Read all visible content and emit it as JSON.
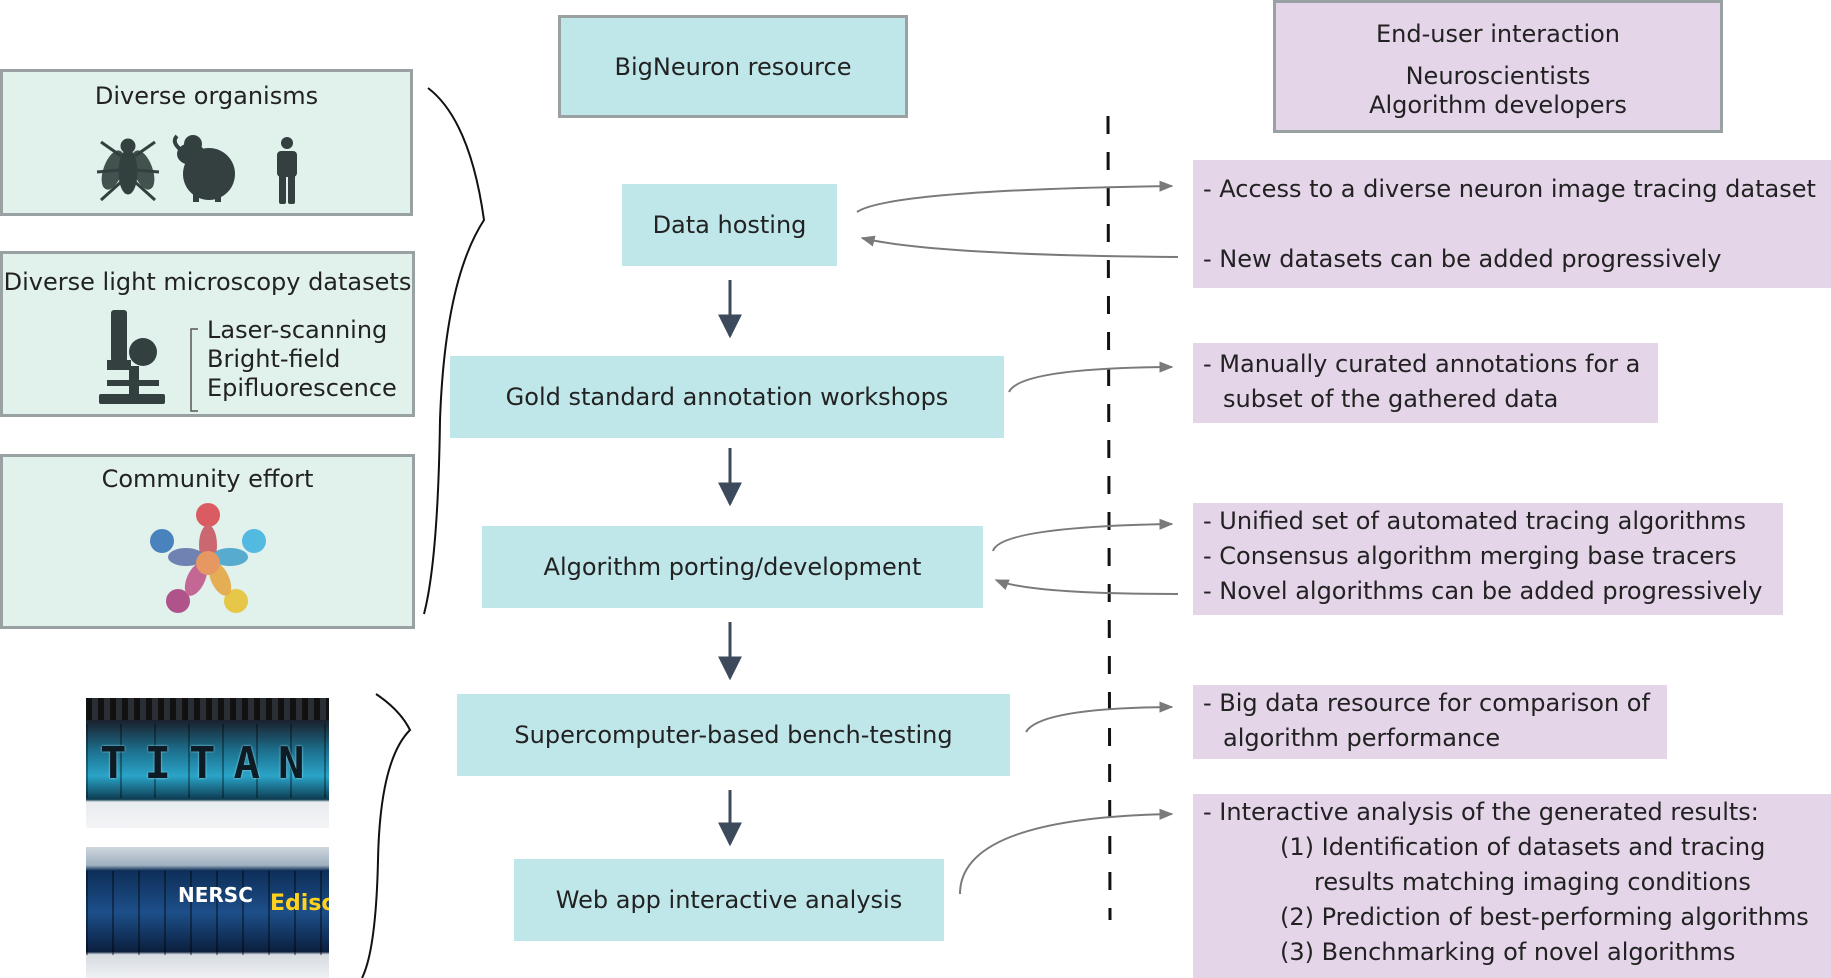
{
  "resource": {
    "title": "BigNeuron resource"
  },
  "enduser": {
    "title": "End-user interaction",
    "line1": "Neuroscientists",
    "line2": "Algorithm developers"
  },
  "left": {
    "organisms_title": "Diverse organisms",
    "microscopy_title": "Diverse light microscopy datasets",
    "microscopy_types": [
      "Laser-scanning",
      "Bright-field",
      "Epifluorescence"
    ],
    "community_title": "Community effort"
  },
  "pipeline": [
    "Data hosting",
    "Gold standard annotation workshops",
    "Algorithm porting/development",
    "Supercomputer-based bench-testing",
    "Web app interactive analysis"
  ],
  "outputs": {
    "data_hosting": [
      "- Access to a diverse neuron image tracing dataset",
      "- New datasets can be added progressively"
    ],
    "gold_standard": [
      "- Manually curated annotations for a",
      "subset of the gathered data"
    ],
    "algorithms": [
      "- Unified set of automated tracing algorithms",
      "- Consensus algorithm merging base tracers",
      "- Novel algorithms can be added progressively"
    ],
    "bench": [
      "- Big data resource for comparison of",
      "algorithm performance"
    ],
    "webapp": [
      "- Interactive analysis of the generated results:",
      "(1) Identification of datasets and tracing",
      "results matching imaging conditions",
      "(2) Prediction of best-performing algorithms",
      "(3) Benchmarking of novel algorithms"
    ]
  },
  "supercomputers": {
    "titan_text": "TITAN",
    "nersc_text": "NERSC",
    "edison_text": "Edison"
  },
  "colors": {
    "teal": "#bfe7ea",
    "mint": "#e1f1ec",
    "lavender": "#e4d5e9",
    "arrow": "#3d4a5c",
    "icon": "#33403f"
  }
}
